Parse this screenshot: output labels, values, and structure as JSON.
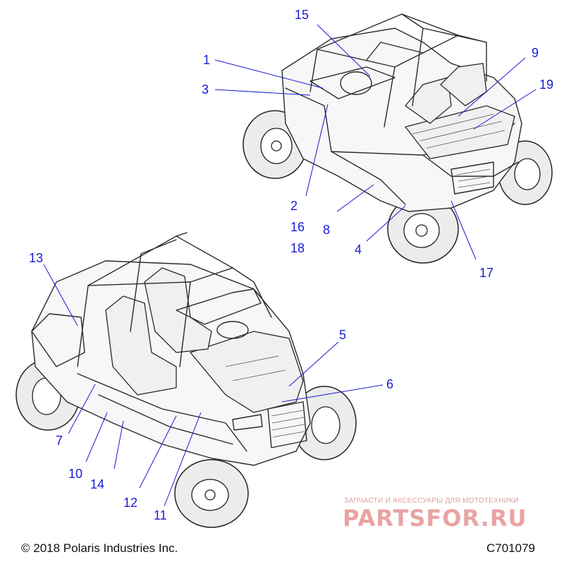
{
  "diagram": {
    "callouts": [
      "15",
      "1",
      "3",
      "9",
      "19",
      "2",
      "16",
      "18",
      "8",
      "4",
      "17",
      "13",
      "5",
      "6",
      "7",
      "10",
      "14",
      "12",
      "11"
    ]
  },
  "footer": {
    "copyright": "© 2018 Polaris Industries Inc.",
    "code": "C701079"
  },
  "watermark": {
    "tagline": "ЗАПЧАСТИ И АКСЕССУАРЫ ДЛЯ МОТОТЕХНИКИ",
    "logo": "PARTSFOR.RU"
  },
  "colors": {
    "callout": "#1a1ad6",
    "line_art": "#2a2a2a",
    "watermark": "#e9a3a3"
  }
}
